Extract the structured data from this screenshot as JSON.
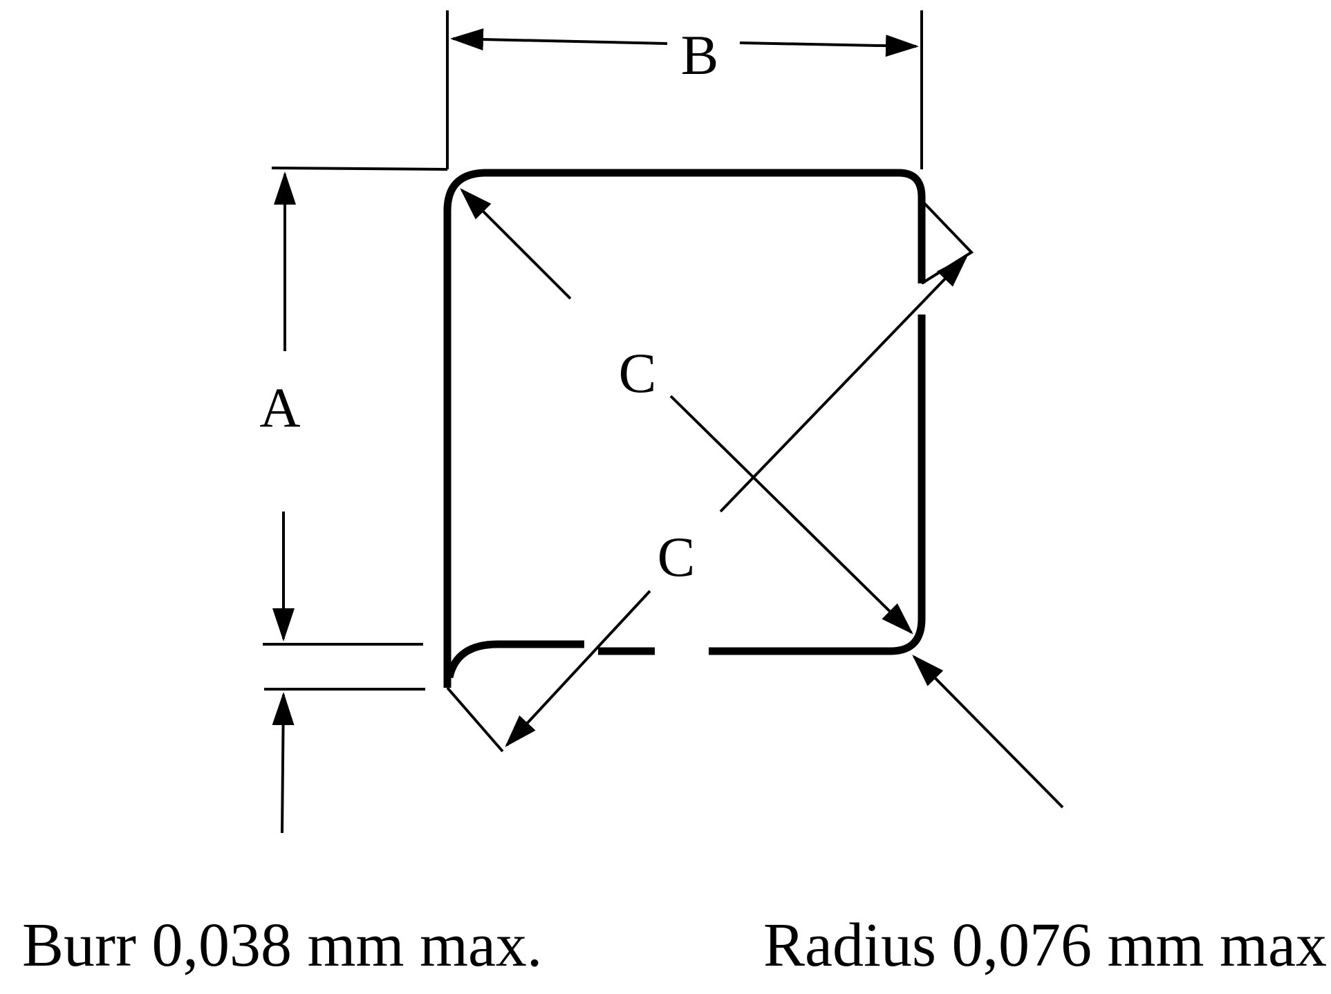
{
  "labels": {
    "dimension_a": "A",
    "dimension_b": "B",
    "dimension_c_top": "C",
    "dimension_c_bottom": "C"
  },
  "captions": {
    "burr": "Burr 0,038 mm max.",
    "radius": "Radius 0,076 mm max."
  },
  "colors": {
    "ink": "#000000",
    "background": "#ffffff"
  }
}
